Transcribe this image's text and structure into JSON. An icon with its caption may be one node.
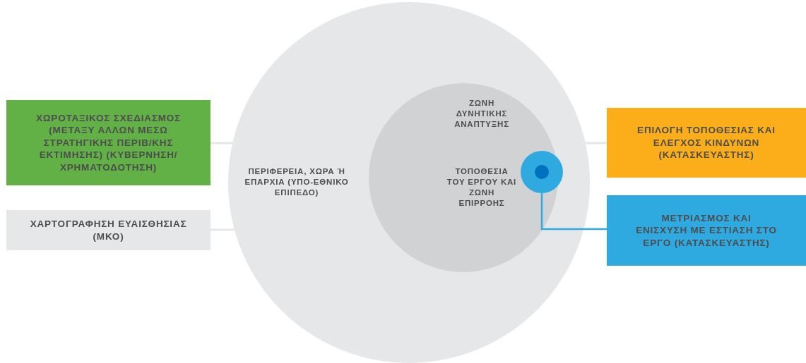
{
  "diagram": {
    "nodes": [
      {
        "text": [
          "ΠΕΡΙΦΕΡΕΙΑ, ΧΩΡΑ Ή ΕΠΑΡΧΙΑ (ΥΠΟ-ΕΘΝΙΚΟ ΕΠΙΠΕΔΟ)"
        ]
      },
      {
        "text": [
          "ΖΩΝΗ ΔΥΝΗΤΙΚΗΣ ΑΝΑΠΤΥΞΗΣ"
        ],
        "in": 0
      },
      {
        "text": [],
        "shape": "circle",
        "beside": [
          "ΤΟΠΟΘΕΣΙΑ ΤΟΥ ΕΡΓΟΥ ΚΑΙ ΖΩΝΗ ΕΠΙΡΡΟΗΣ"
        ],
        "in": 1
      },
      {
        "text": [
          "ΧΩΡΟΤΑΞΙΚΟΣ ΣΧΕΔΙΑΣΜΟΣ (ΜΕΤΑΞΥ ΑΛΛΩΝ ΜΕΣΩ ΣΤΡΑΤΗΓΙΚΗΣ ΠΕΡΙΒ/ΚΗΣ ΕΚΤΙΜΗΣΗΣ) (ΚΥΒΕΡΝΗΣΗ/ ΧΡΗΜΑΤΟΔΟΤΗΣΗ)"
        ]
      },
      {
        "text": [
          "ΧΑΡΤΟΓΡΑΦΗΣΗ ΕΥΑΙΣΘΗΣΙΑΣ (ΜΚΟ)"
        ]
      },
      {
        "text": [
          "ΕΠΙΛΟΓΗ ΤΟΠΟΘΕΣΙΑΣ ΚΑΙ ΕΛΕΓΧΟΣ ΚΙΝΔΥΝΩΝ (ΚΑΤΑΣΚΕΥΑΣΤΗΣ)"
        ]
      },
      {
        "text": [
          "ΜΕΤΡΙΑΣΜΟΣ ΚΑΙ ΕΝΙΣΧΥΣΗ ΜΕ ΕΣΤΙΑΣΗ ΣΤΟ ΕΡΓΟ (ΚΑΤΑΣΚΕΥΑΣΤΗΣ)"
        ]
      }
    ],
    "edges": [
      {
        "from": 3,
        "to": 0,
        "arrow": "none"
      },
      {
        "from": 4,
        "to": 0,
        "arrow": "none"
      },
      {
        "from": 5,
        "to": 1,
        "arrow": "none"
      },
      {
        "from": 6,
        "to": 2,
        "arrow": "none",
        "color": "#2eaae1"
      }
    ]
  }
}
